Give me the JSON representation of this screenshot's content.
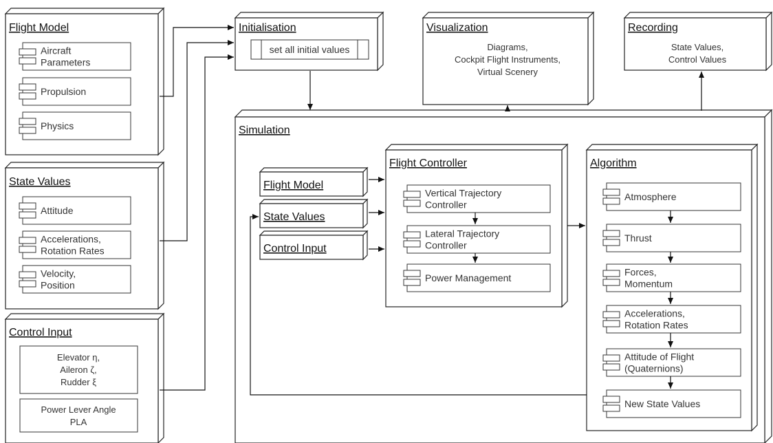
{
  "nodes": {
    "flight_model": {
      "title": "Flight Model",
      "components": [
        [
          "Aircraft",
          "Parameters"
        ],
        [
          "Propulsion"
        ],
        [
          "Physics"
        ]
      ]
    },
    "state_values": {
      "title": "State Values",
      "components": [
        [
          "Attitude"
        ],
        [
          "Accelerations,",
          "Rotation Rates"
        ],
        [
          "Velocity,",
          "Position"
        ]
      ]
    },
    "control_input": {
      "title": "Control Input",
      "notes": [
        [
          "Elevator η,",
          "Aileron ζ,",
          "Rudder ξ"
        ],
        [
          "Power Lever Angle",
          "PLA"
        ]
      ]
    },
    "initialisation": {
      "title": "Initialisation",
      "step": "set all initial values"
    },
    "visualization": {
      "title": "Visualization",
      "lines": [
        "Diagrams,",
        "Cockpit Flight Instruments,",
        "Virtual Scenery"
      ]
    },
    "recording": {
      "title": "Recording",
      "lines": [
        "State Values,",
        "Control Values"
      ]
    },
    "simulation": {
      "title": "Simulation",
      "inputs": [
        "Flight Model",
        "State Values",
        "Control Input"
      ]
    },
    "flight_controller": {
      "title": "Flight Controller",
      "components": [
        [
          "Vertical Trajectory",
          "Controller"
        ],
        [
          "Lateral Trajectory",
          "Controller"
        ],
        [
          "Power Management"
        ]
      ]
    },
    "algorithm": {
      "title": "Algorithm",
      "components": [
        [
          "Atmosphere"
        ],
        [
          "Thrust"
        ],
        [
          "Forces,",
          "Momentum"
        ],
        [
          "Accelerations,",
          "Rotation Rates"
        ],
        [
          "Attitude of Flight",
          "(Quaternions)"
        ],
        [
          "New State Values"
        ]
      ]
    }
  }
}
